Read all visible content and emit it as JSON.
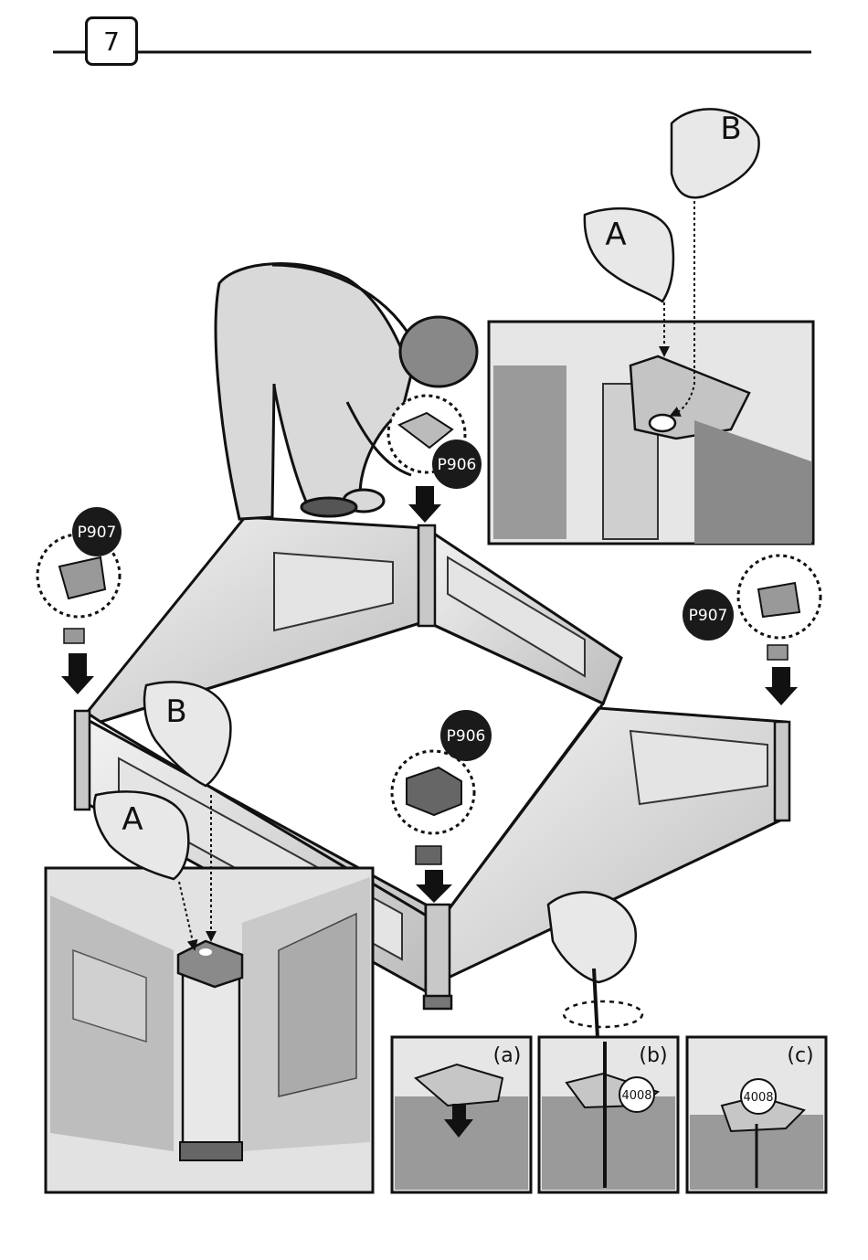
{
  "step_number": "7",
  "hand_labels": {
    "a": "A",
    "b": "B"
  },
  "parts": {
    "cap": "P906",
    "clip": "P907",
    "screw": "4008"
  },
  "sub_steps": [
    "(a)",
    "(b)",
    "(c)"
  ],
  "colors": {
    "ink": "#111111",
    "paper": "#ffffff",
    "panel": "#d6d6d6",
    "panel_dark": "#9a9a9a",
    "badge": "#1a1a1a"
  }
}
